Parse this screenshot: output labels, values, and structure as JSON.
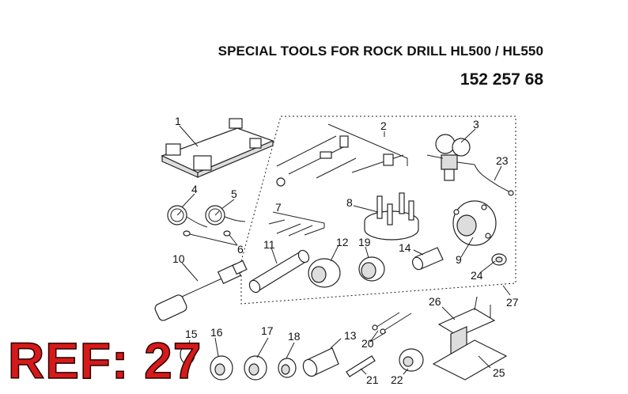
{
  "header": {
    "title": "SPECIAL TOOLS FOR ROCK DRILL HL500 / HL550",
    "part_number": "152 257 68"
  },
  "callouts": [
    "1",
    "2",
    "3",
    "4",
    "5",
    "6",
    "7",
    "8",
    "9",
    "10",
    "11",
    "12",
    "13",
    "14",
    "15",
    "16",
    "17",
    "18",
    "19",
    "20",
    "21",
    "22",
    "23",
    "24",
    "25",
    "26",
    "27"
  ],
  "ref_label": "REF: 27"
}
